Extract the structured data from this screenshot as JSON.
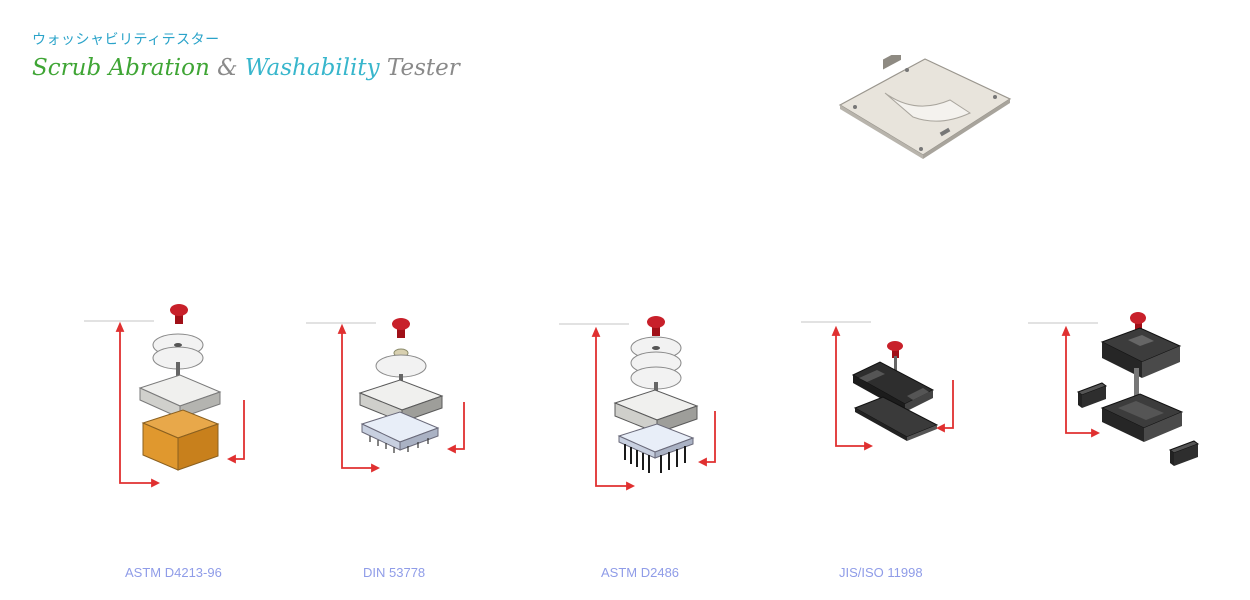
{
  "header": {
    "subtitle_kana": "ウォッシャビリティテスター",
    "title_part1": "Scrub Abration",
    "title_amp": "&",
    "title_part2": "Washability",
    "title_part3": "Tester"
  },
  "standards": [
    {
      "label": "ASTM D4213-96"
    },
    {
      "label": "DIN 53778"
    },
    {
      "label": "ASTM D2486"
    },
    {
      "label": "JIS/ISO 11998"
    }
  ],
  "colors": {
    "arrow": "#e03030",
    "knob": "#c8202a",
    "title_green": "#3fa535",
    "title_teal": "#38b6cc",
    "caption": "#8f9ce8"
  }
}
